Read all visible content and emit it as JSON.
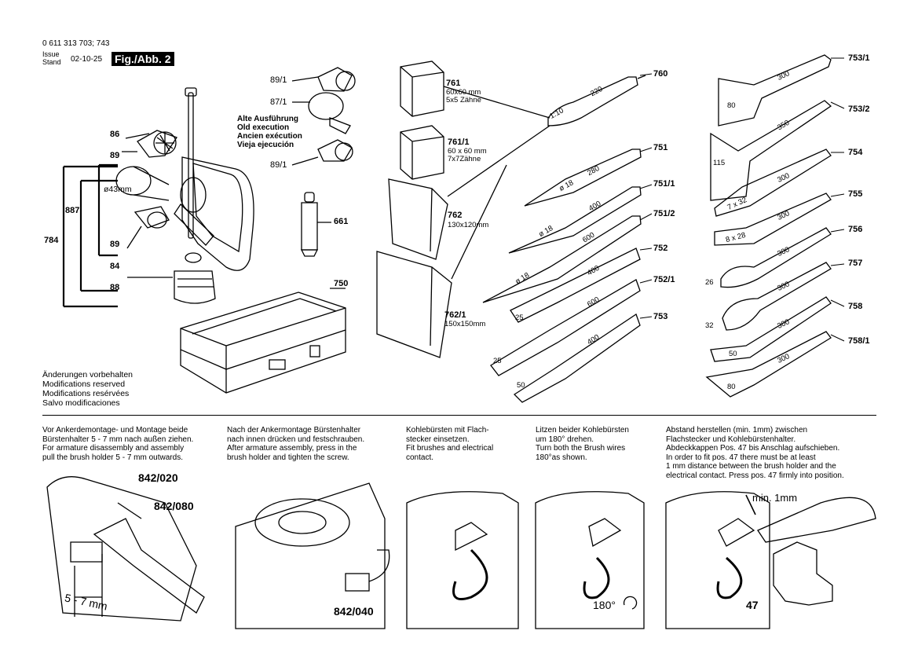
{
  "header": {
    "doc_number": "0 611 313 703; 743",
    "issue_lines": [
      "Issue",
      "Stand"
    ],
    "issue_date": "02-10-25",
    "figure_label": "Fig./Abb. 2"
  },
  "old_execution": [
    "Alte Ausführung",
    "Old execution",
    "Ancien exécution",
    "Vieja ejecución"
  ],
  "modifications": [
    "Änderungen vorbehalten",
    "Modifications reserved",
    "Modifications resérvées",
    "Salvo modificaciones"
  ],
  "parts": {
    "p86": "86",
    "p89a": "89",
    "p43": "ø43mm",
    "p887": "887",
    "p784": "784",
    "p89b": "89",
    "p84": "84",
    "p88": "88",
    "p89_1a": "89/1",
    "p87_1": "87/1",
    "p89_1b": "89/1",
    "p661": "661",
    "p750": "750",
    "p761": "761",
    "p761_sub": [
      "60x60 mm",
      "5x5 Zähne"
    ],
    "p761_1": "761/1",
    "p761_1_sub": [
      "60 x 60 mm",
      "7x7Zähne"
    ],
    "p762": "762",
    "p762_sub": "130x120mm",
    "p762_1": "762/1",
    "p762_1_sub": "150x150mm",
    "p760": "760",
    "p751": "751",
    "p751_1": "751/1",
    "p751_2": "751/2",
    "p752": "752",
    "p752_1": "752/1",
    "p753": "753",
    "p753_1": "753/1",
    "p753_2": "753/2",
    "p754": "754",
    "p755": "755",
    "p756": "756",
    "p757": "757",
    "p758": "758",
    "p758_1": "758/1"
  },
  "tool_marks": {
    "t760_ratio": "1:10",
    "t760_len": "220",
    "t751_d": "ø 18",
    "t751_len": "280",
    "t751_1_d": "ø 18",
    "t751_1_len": "400",
    "t751_2_d": "ø 18",
    "t751_2_len": "600",
    "t752_w": "25",
    "t752_len": "400",
    "t752_1_w": "25",
    "t752_1_len": "600",
    "t753_w": "50",
    "t753_len": "400",
    "t753_1_w": "80",
    "t753_1_len": "300",
    "t753_2_w": "115",
    "t753_2_len": "350",
    "t754_w": "7 x 32",
    "t754_len": "300",
    "t755_w": "8 x 28",
    "t755_len": "300",
    "t756_w": "26",
    "t756_len": "300",
    "t757_w": "32",
    "t757_len": "300",
    "t758_w": "50",
    "t758_len": "300",
    "t758_1_w": "80",
    "t758_1_len": "300"
  },
  "instructions": [
    {
      "lines": [
        "Vor Ankerdemontage- und Montage beide",
        "Bürstenhalter 5 - 7 mm nach außen ziehen.",
        "For armature disassembly and assembly",
        "pull the brush holder 5 - 7 mm outwards."
      ]
    },
    {
      "lines": [
        "Nach der Ankermontage Bürstenhalter",
        "nach innen drücken und festschrauben.",
        "After armature assembly, press in the",
        "brush holder and tighten the screw."
      ]
    },
    {
      "lines": [
        "Kohlebürsten mit Flach-",
        "stecker einsetzen.",
        "Fit brushes and electrical",
        "contact."
      ]
    },
    {
      "lines": [
        "Litzen beider Kohlebürsten",
        "um 180° drehen.",
        "Turn both the Brush wires",
        "180°as shown."
      ]
    },
    {
      "lines": [
        "Abstand herstellen (min. 1mm) zwischen",
        "Flachstecker und Kohlebürstenhalter.",
        "Abdeckkappen Pos. 47 bis Anschlag aufschieben.",
        "In order to fit pos. 47 there must be at least",
        "1 mm distance between the brush holder and the",
        "electrical contact. Press pos. 47 firmly into position."
      ]
    }
  ],
  "callouts": {
    "c842_020": "842/020",
    "c842_080": "842/080",
    "c5_7": "5 - 7 mm",
    "c842_040": "842/040",
    "c180": "180°",
    "cmin": "min. 1mm",
    "c47": "47"
  }
}
